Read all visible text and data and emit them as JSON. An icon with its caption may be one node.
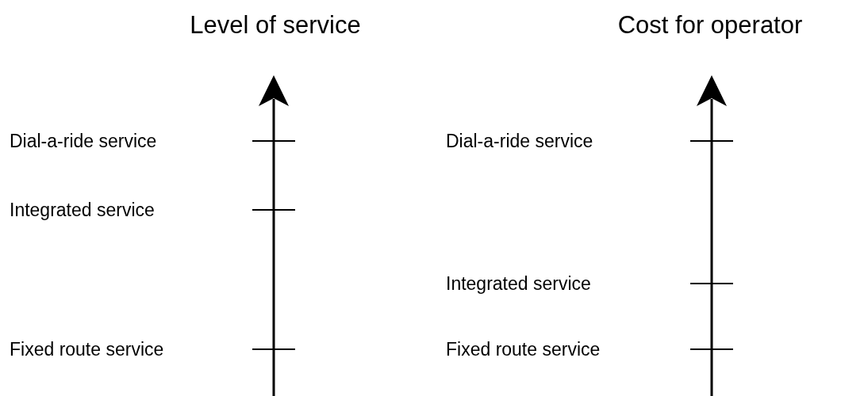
{
  "diagram": {
    "labels": [
      "Level of service",
      "Cost for operator",
      "Dial-a-ride service",
      "Dial-a-ride service",
      "Integrated service",
      "Integrated service",
      "Fixed route service",
      "Fixed route service"
    ]
  }
}
